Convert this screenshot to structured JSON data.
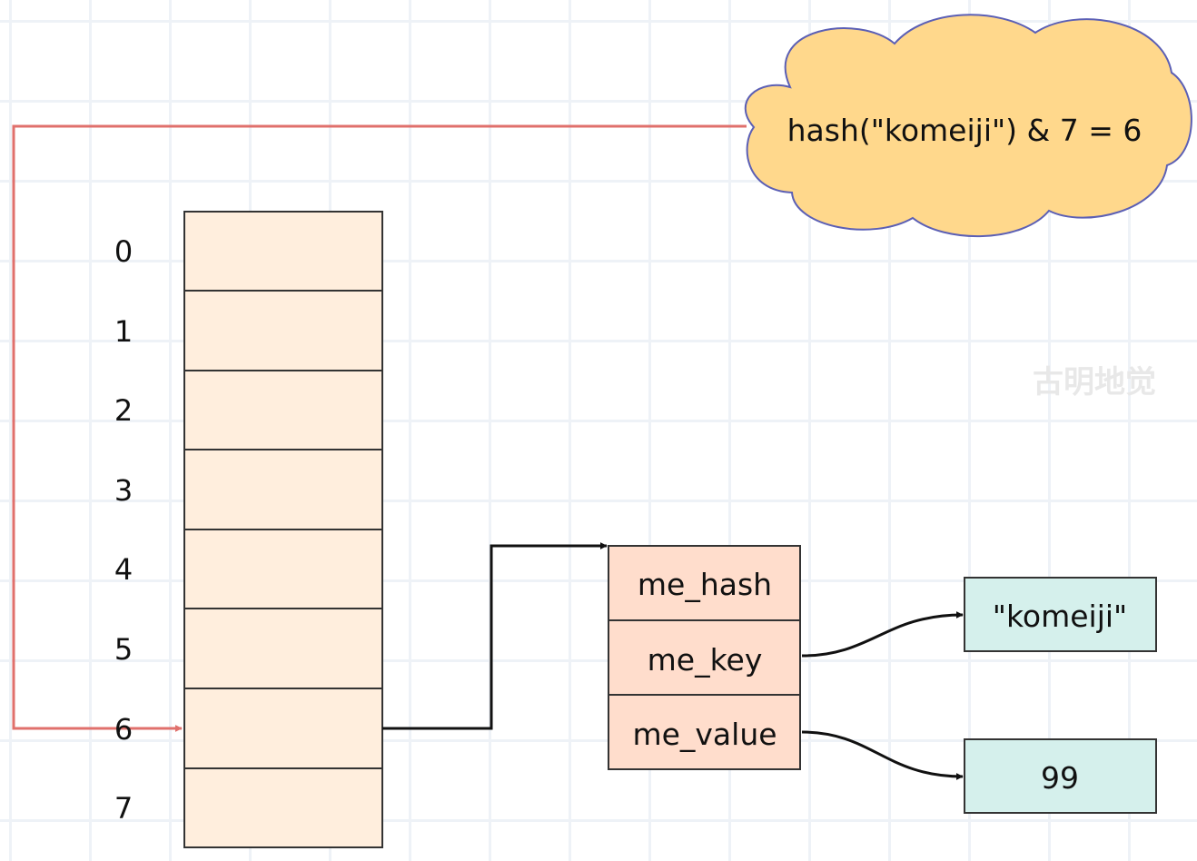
{
  "cloud": {
    "text": "hash(\"komeiji\") & 7 = 6"
  },
  "table": {
    "indices": [
      "0",
      "1",
      "2",
      "3",
      "4",
      "5",
      "6",
      "7"
    ]
  },
  "entry": {
    "fields": [
      "me_hash",
      "me_key",
      "me_value"
    ]
  },
  "values": {
    "key": "\"komeiji\"",
    "value": "99"
  },
  "watermark": "古明地觉",
  "colors": {
    "cell_fill": "#ffeedd",
    "entry_fill": "#ffddcc",
    "value_fill": "#d5f0ec",
    "cloud_fill": "#ffd88c",
    "cloud_stroke": "#5b5fb5",
    "red_arrow": "#e0706c",
    "black_arrow": "#111111"
  }
}
